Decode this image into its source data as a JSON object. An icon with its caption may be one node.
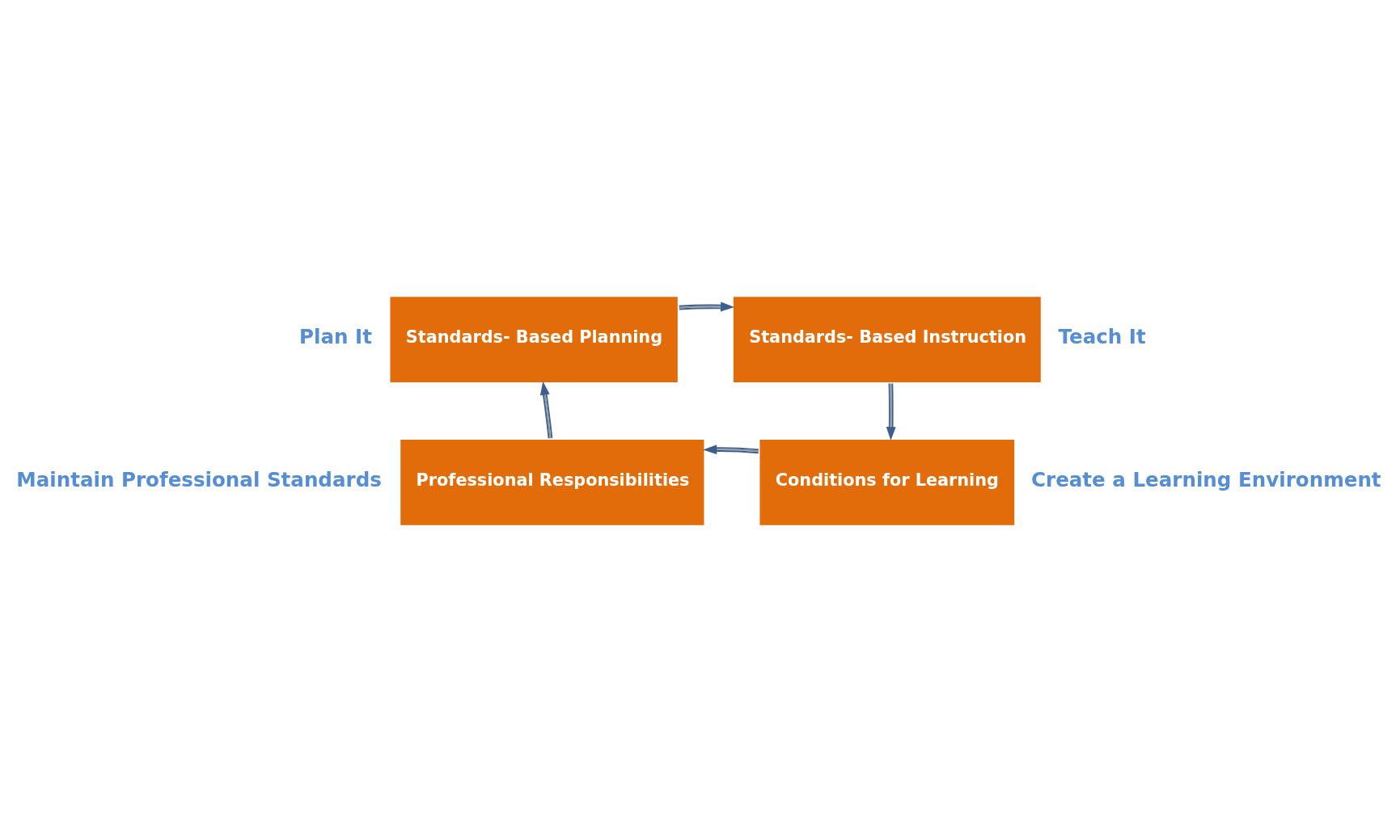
{
  "diagram": {
    "nodes": [
      {
        "text": [
          "Standards- Based Planning"
        ],
        "beside": [
          "Plan It"
        ]
      },
      {
        "text": [
          "Standards- Based Instruction"
        ],
        "beside": [
          "Teach It"
        ]
      },
      {
        "text": [
          "Professional Responsibilities"
        ],
        "beside": [
          "Maintain Professional Standards"
        ]
      },
      {
        "text": [
          "Conditions for Learning"
        ],
        "beside": [
          "Create a Learning Environment"
        ]
      }
    ],
    "edges": [
      {
        "from": 0,
        "to": 1,
        "arrow": "to"
      },
      {
        "from": 1,
        "to": 3,
        "arrow": "to"
      },
      {
        "from": 3,
        "to": 2,
        "arrow": "to"
      },
      {
        "from": 2,
        "to": 0,
        "arrow": "to"
      }
    ]
  }
}
